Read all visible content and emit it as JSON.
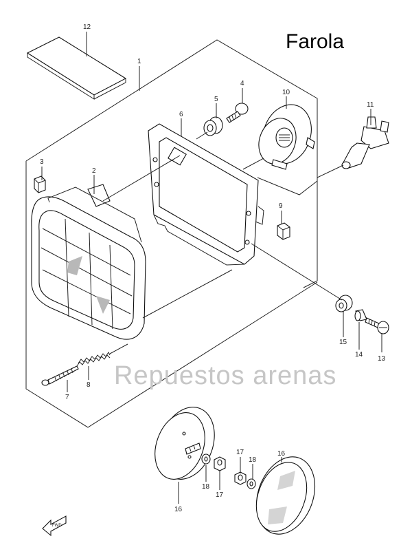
{
  "title": "Farola",
  "watermark": "Repuestos arenas",
  "front_marker": "FWD",
  "callouts": [
    {
      "id": "c12",
      "label": "12"
    },
    {
      "id": "c1",
      "label": "1"
    },
    {
      "id": "c2",
      "label": "2"
    },
    {
      "id": "c3",
      "label": "3"
    },
    {
      "id": "c4",
      "label": "4"
    },
    {
      "id": "c5",
      "label": "5"
    },
    {
      "id": "c6",
      "label": "6"
    },
    {
      "id": "c7",
      "label": "7"
    },
    {
      "id": "c8",
      "label": "8"
    },
    {
      "id": "c9",
      "label": "9"
    },
    {
      "id": "c10",
      "label": "10"
    },
    {
      "id": "c11",
      "label": "11"
    },
    {
      "id": "c13",
      "label": "13"
    },
    {
      "id": "c14",
      "label": "14"
    },
    {
      "id": "c15",
      "label": "15"
    },
    {
      "id": "c16a",
      "label": "16"
    },
    {
      "id": "c17a",
      "label": "17"
    },
    {
      "id": "c18a",
      "label": "18"
    },
    {
      "id": "c17b",
      "label": "17"
    },
    {
      "id": "c18b",
      "label": "18"
    },
    {
      "id": "c16b",
      "label": "16"
    }
  ]
}
